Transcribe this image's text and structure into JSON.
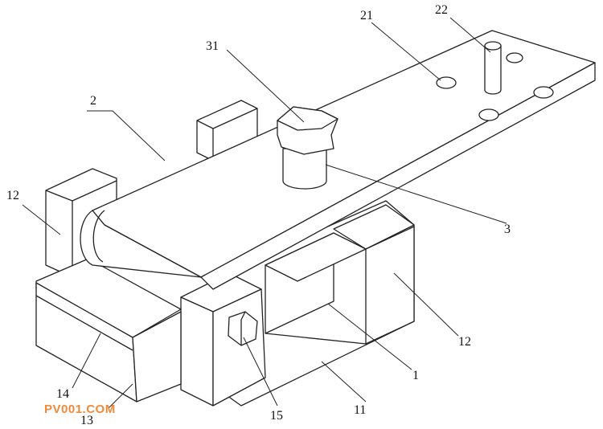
{
  "labels": {
    "l21": "21",
    "l22": "22",
    "l31": "31",
    "l2": "2",
    "l12_left": "12",
    "l3": "3",
    "l12_right": "12",
    "l1": "1",
    "l14": "14",
    "l13": "13",
    "l15": "15",
    "l11": "11"
  },
  "watermark": "PV001.COM"
}
